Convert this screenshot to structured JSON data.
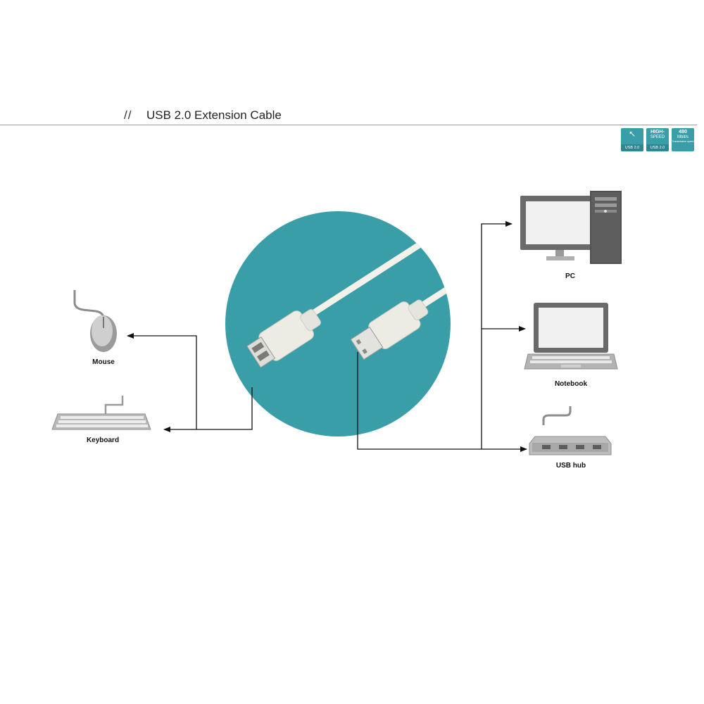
{
  "header": {
    "slashes": "//",
    "title": "USB 2.0 Extension Cable"
  },
  "badges": [
    {
      "name": "usb-badge",
      "icon": "usb-trident-icon",
      "line1": "",
      "line2": "USB 2.0"
    },
    {
      "name": "high-speed-badge",
      "line1": "HIGH-",
      "line1b": "SPEED",
      "line2": "USB 2.0"
    },
    {
      "name": "speed-480-badge",
      "line1": "480",
      "line1b": "Mbit/s",
      "line2": "Transmission speed"
    }
  ],
  "devices": {
    "mouse": "Mouse",
    "keyboard": "Keyboard",
    "pc": "PC",
    "notebook": "Notebook",
    "usb_hub": "USB hub"
  },
  "colors": {
    "accent_teal": "#3a9ea8",
    "cable_white": "#f2f1ea",
    "device_gray": "#9a9a9a",
    "device_dark": "#555555",
    "line": "#111111"
  }
}
